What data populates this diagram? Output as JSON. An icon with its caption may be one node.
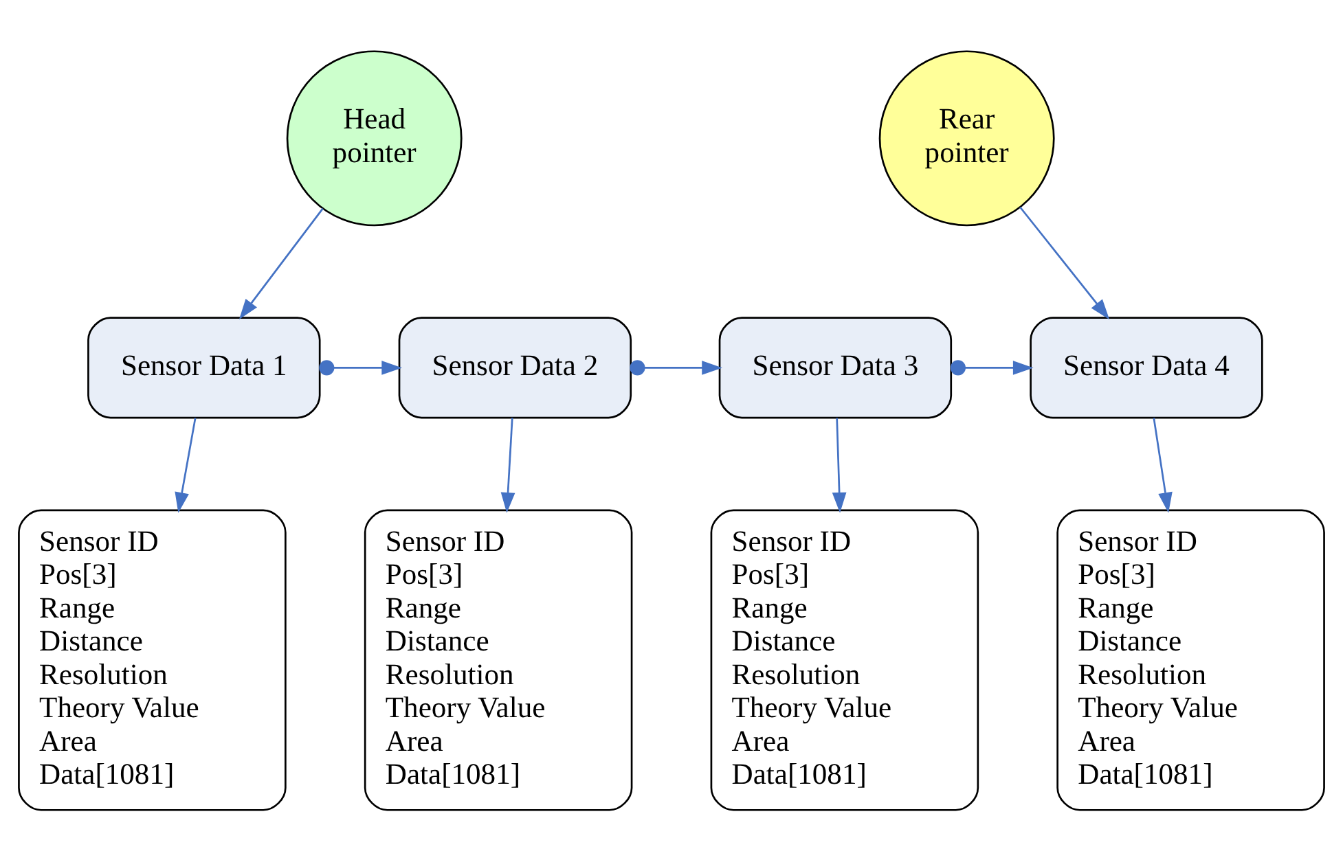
{
  "diagram": {
    "nodes": [
      {
        "text": [
          "Head pointer"
        ]
      },
      {
        "text": [
          "Rear pointer"
        ]
      },
      {
        "text": [
          "Sensor Data 1"
        ]
      },
      {
        "text": [
          "Sensor Data 2"
        ]
      },
      {
        "text": [
          "Sensor Data 3"
        ]
      },
      {
        "text": [
          "Sensor Data 4"
        ]
      },
      {
        "text": [
          "Sensor ID",
          "Pos[3]",
          "Range",
          "Distance",
          "Resolution",
          "Theory Value",
          "Area",
          "Data[1081]"
        ]
      },
      {
        "text": [
          "Sensor ID",
          "Pos[3]",
          "Range",
          "Distance",
          "Resolution",
          "Theory Value",
          "Area",
          "Data[1081]"
        ]
      },
      {
        "text": [
          "Sensor ID",
          "Pos[3]",
          "Range",
          "Distance",
          "Resolution",
          "Theory Value",
          "Area",
          "Data[1081]"
        ]
      },
      {
        "text": [
          "Sensor ID",
          "Pos[3]",
          "Range",
          "Distance",
          "Resolution",
          "Theory Value",
          "Area",
          "Data[1081]"
        ]
      }
    ],
    "edges": [
      {
        "from": 0,
        "to": 2,
        "arrow": "to"
      },
      {
        "from": 1,
        "to": 5,
        "arrow": "to"
      },
      {
        "from": 2,
        "to": 3,
        "arrow": "to"
      },
      {
        "from": 3,
        "to": 4,
        "arrow": "to"
      },
      {
        "from": 4,
        "to": 5,
        "arrow": "to"
      },
      {
        "from": 2,
        "to": 6,
        "arrow": "to"
      },
      {
        "from": 3,
        "to": 7,
        "arrow": "to"
      },
      {
        "from": 4,
        "to": 8,
        "arrow": "to"
      },
      {
        "from": 5,
        "to": 9,
        "arrow": "to"
      }
    ]
  }
}
